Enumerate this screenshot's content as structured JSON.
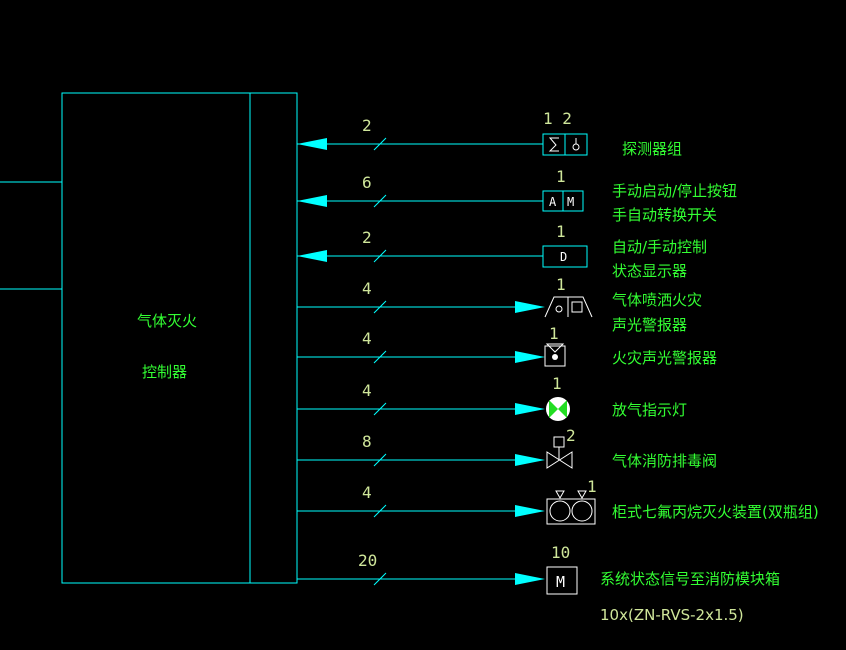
{
  "controller": {
    "line1": "气体灭火",
    "line2": "控制器"
  },
  "rows": [
    {
      "id": "detector",
      "count": "2",
      "qty": "1 2",
      "label1": "探测器组",
      "label2": ""
    },
    {
      "id": "manual",
      "count": "6",
      "qty": "1",
      "box_a": "A",
      "box_m": "M",
      "label1": "手动启动/停止按钮",
      "label2": "手自动转换开关"
    },
    {
      "id": "status",
      "count": "2",
      "qty": "1",
      "box_d": "D",
      "label1": "自动/手动控制",
      "label2": "状态显示器"
    },
    {
      "id": "sounder-strobe",
      "count": "4",
      "qty": "1",
      "label1": "气体喷洒火灾",
      "label2": "声光警报器"
    },
    {
      "id": "fire-alarm",
      "count": "4",
      "qty": "1",
      "label1": "火灾声光警报器",
      "label2": ""
    },
    {
      "id": "discharge-lamp",
      "count": "4",
      "qty": "1",
      "label1": "放气指示灯",
      "label2": ""
    },
    {
      "id": "valve",
      "count": "8",
      "qty": "2",
      "label1": "气体消防排毒阀",
      "label2": ""
    },
    {
      "id": "cabinet",
      "count": "4",
      "qty": "1",
      "label1": "柜式七氟丙烷灭火装置(双瓶组)",
      "label2": ""
    },
    {
      "id": "module",
      "count": "20",
      "qty": "10",
      "box_m": "M",
      "label1": "系统状态信号至消防模块箱",
      "label2": "10x(ZN-RVS-2x1.5)"
    }
  ]
}
